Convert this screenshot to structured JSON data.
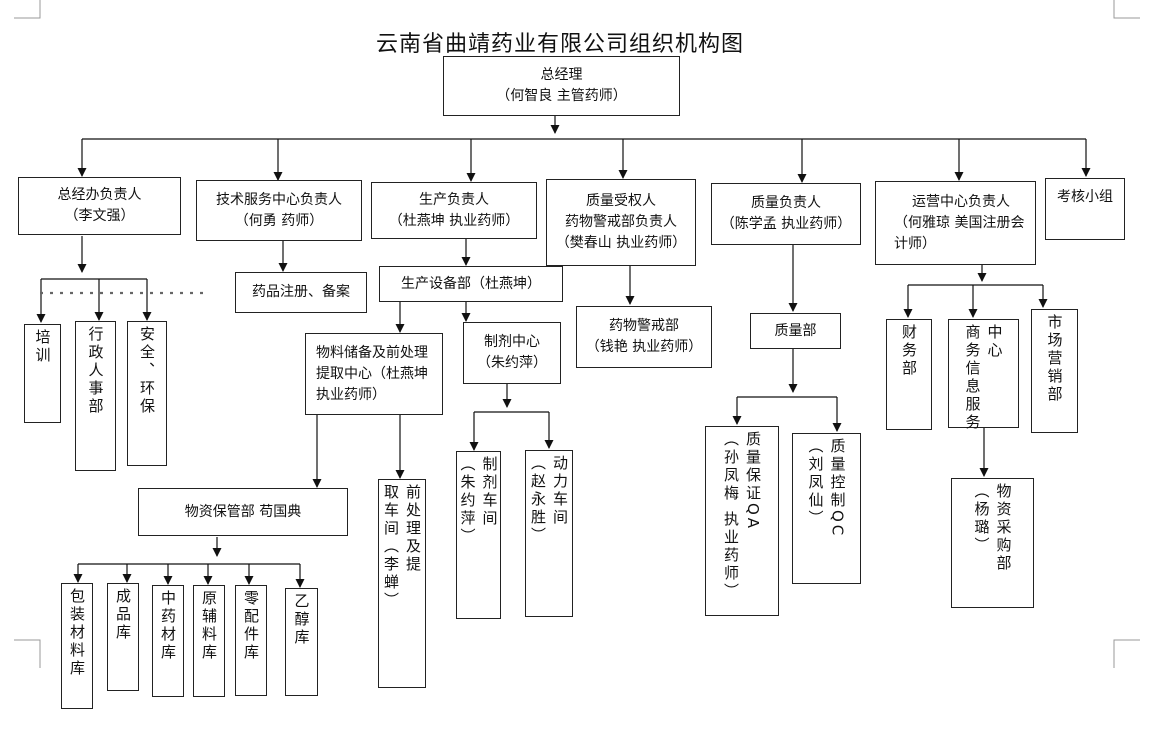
{
  "title": "云南省曲靖药业有限公司组织机构图",
  "top": {
    "line1": "总经理",
    "line2": "（何智良 主管药师）"
  },
  "level1": [
    {
      "id": "office",
      "lines": [
        "总经办负责人",
        "（李文强）"
      ]
    },
    {
      "id": "tech",
      "lines": [
        "技术服务中心负责人",
        "（何勇 药师）"
      ]
    },
    {
      "id": "prod",
      "lines": [
        "生产负责人",
        "（杜燕坤 执业药师）"
      ]
    },
    {
      "id": "qa_auth",
      "lines": [
        "质量受权人",
        "药物警戒部负责人",
        "（樊春山 执业药师）"
      ]
    },
    {
      "id": "quality",
      "lines": [
        "质量负责人",
        "（陈学孟 执业药师）"
      ]
    },
    {
      "id": "ops",
      "lines": [
        "运营中心负责人",
        "（何雅琼 美国注册会",
        "计师）"
      ]
    },
    {
      "id": "audit",
      "lines": [
        "考核小组"
      ]
    }
  ],
  "office_depts": [
    "培训",
    "行政人事部",
    "安全、环保"
  ],
  "tech_dept": "药品注册、备案",
  "prod_equipment": "生产设备部（杜燕坤）",
  "material_center": [
    "物料储备及前处理",
    "提取中心（杜燕坤",
    "执业药师）"
  ],
  "prep_center": [
    "制剂中心",
    "（朱约萍）"
  ],
  "supplies_dept": "物资保管部 苟国典",
  "warehouses": [
    "包装材料库",
    "成品库",
    "中药材库",
    "原辅料库",
    "零配件库",
    "乙醇库"
  ],
  "extraction_workshop": [
    "前处理及提",
    "取车间（李蝉）"
  ],
  "prep_workshop": [
    "制剂车间",
    "（朱约萍）"
  ],
  "power_workshop": [
    "动力车间",
    "（赵永胜）"
  ],
  "pv_dept": [
    "药物警戒部",
    "（钱艳 执业药师）"
  ],
  "quality_dept": "质量部",
  "qa_box": [
    "质量保证QA",
    "（孙凤梅 执业药师）"
  ],
  "qc_box": [
    "质量控制QC",
    "（刘凤仙）"
  ],
  "ops_depts": {
    "finance": "财务部",
    "info": [
      "中心",
      "商务信息服务"
    ],
    "marketing": "市场营销部"
  },
  "purchase_dept": [
    "物资采购部",
    "（杨璐）"
  ]
}
